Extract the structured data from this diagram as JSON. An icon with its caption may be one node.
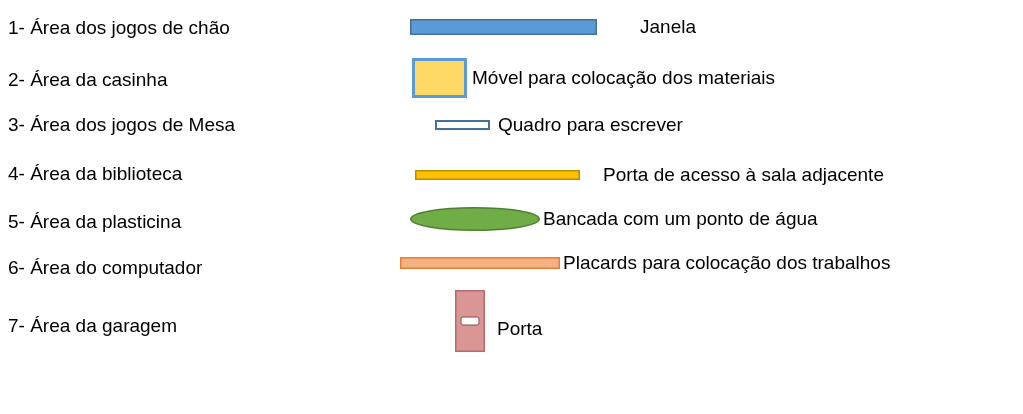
{
  "diagram": {
    "labels": [
      "1- Área dos jogos de chão",
      "2- Área da casinha",
      "3- Área dos jogos de Mesa",
      "4- Área da biblioteca",
      "5- Área da plasticina",
      "6- Área do computador",
      "7- Área da garagem"
    ],
    "legend": [
      {
        "text": "Janela",
        "color": "#5b9bd5"
      },
      {
        "text": "Móvel para colocação dos materiais",
        "color": "#ffd966"
      },
      {
        "text": "Quadro para escrever"
      },
      {
        "text": "Porta de acesso à sala adjacente",
        "color": "#ffc000"
      },
      {
        "text": "Bancada com um ponto de água",
        "color": "#70ad47"
      },
      {
        "text": "Placards para colocação dos trabalhos",
        "color": "#f4b183"
      },
      {
        "text": "Porta",
        "color": "#d99694"
      }
    ]
  }
}
